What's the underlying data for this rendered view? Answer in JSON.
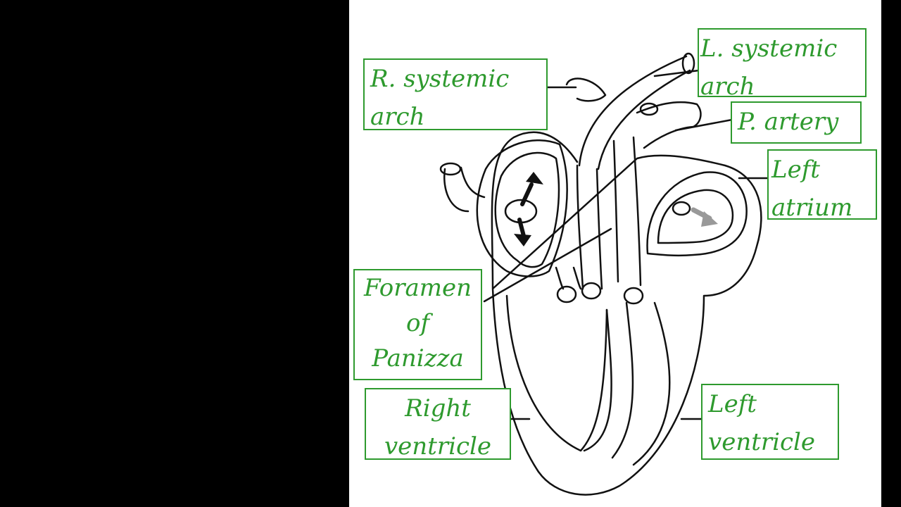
{
  "colors": {
    "background": "#000000",
    "panel": "#ffffff",
    "label_green": "#2e9a2e",
    "line": "#111111"
  },
  "labels": {
    "r_systemic_arch": [
      "R. systemic",
      "arch"
    ],
    "l_systemic_arch": [
      "L. systemic",
      "arch"
    ],
    "p_artery": [
      "P. artery"
    ],
    "left_atrium": [
      "Left",
      "atrium"
    ],
    "foramen": [
      "Foramen",
      "of",
      "Panizza"
    ],
    "right_ventricle": [
      "Right",
      "ventricle"
    ],
    "left_ventricle": [
      "Left",
      "ventricle"
    ]
  }
}
